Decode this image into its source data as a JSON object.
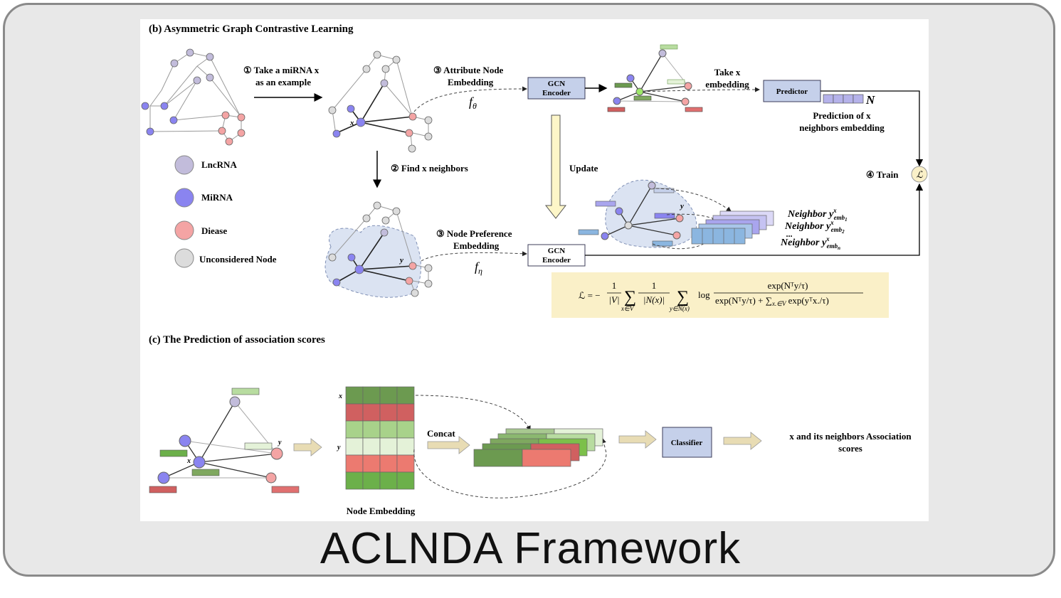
{
  "section_b": {
    "title": "(b) Asymmetric Graph Contrastive Learning",
    "step1_line1": "① Take a miRNA x",
    "step1_line2": "as an example",
    "step2": "② Find x neighbors",
    "step3a_line1": "③ Attribute Node",
    "step3a_line2": "Embedding",
    "step3b_line1": "③ Node Preference",
    "step3b_line2": "Embedding",
    "f_theta": "f",
    "f_theta_sub": "θ",
    "f_eta": "f",
    "f_eta_sub": "η",
    "gcn_line1": "GCN",
    "gcn_line2": "Encoder",
    "take_line1": "Take x",
    "take_line2": "embedding",
    "predictor": "Predictor",
    "n_label": "N",
    "pred_line1": "Prediction of x",
    "pred_line2": "neighbors embedding",
    "update": "Update",
    "train": "④ Train",
    "loss_symbol": "ℒ",
    "node_x": "x",
    "node_y": "y",
    "neighbor_word": "Neighbor",
    "neighbor_y": "y",
    "neighbor_sup": "x",
    "neighbor_sub1": "emb",
    "neighbor_sub1_i": "1",
    "neighbor_sub2_i": "2",
    "neighbor_subn_i": "n",
    "dots": "...",
    "formula": {
      "lhs": "ℒ = −",
      "one": "1",
      "v_abs": "|V|",
      "sum1_sub": "x∈V",
      "nx_abs": "|N(x)|",
      "sum2_sub": "y∈N(x)",
      "log": "log",
      "numerator": "exp(Nᵀy/τ)",
      "denominator": "exp(Nᵀy/τ) + ∑",
      "denominator_sub": "x.∈V",
      "denominator_tail": "exp(yᵀx./τ)"
    }
  },
  "legend": [
    {
      "label": "LncRNA",
      "color": "#c2bcdb"
    },
    {
      "label": "MiRNA",
      "color": "#8a84f0"
    },
    {
      "label": "Diease",
      "color": "#f4a4a4"
    },
    {
      "label": "Unconsidered Node",
      "color": "#dcdcdc"
    }
  ],
  "section_c": {
    "title": "(c) The Prediction of association scores",
    "node_embedding": "Node Embedding",
    "concat": "Concat",
    "classifier": "Classifier",
    "result_line1": "x and its neighbors Association",
    "result_line2": "scores",
    "row_x": "x",
    "row_y": "y"
  },
  "colors": {
    "box_fill": "#c5d0ea",
    "box_stroke": "#3c3c5a",
    "formula_bg": "#faf0c8",
    "mirna": "#8a84f0",
    "lncrna": "#c2bcdb",
    "disease": "#f4a4a4",
    "unconsidered": "#dcdcdc",
    "green_dark": "#6c9a50",
    "green_mid": "#7cc04a",
    "green_light": "#b8dca0",
    "red": "#e07070",
    "arrow_fill": "#e8dcb4"
  },
  "footer": {
    "title": "ACLNDA Framework"
  }
}
